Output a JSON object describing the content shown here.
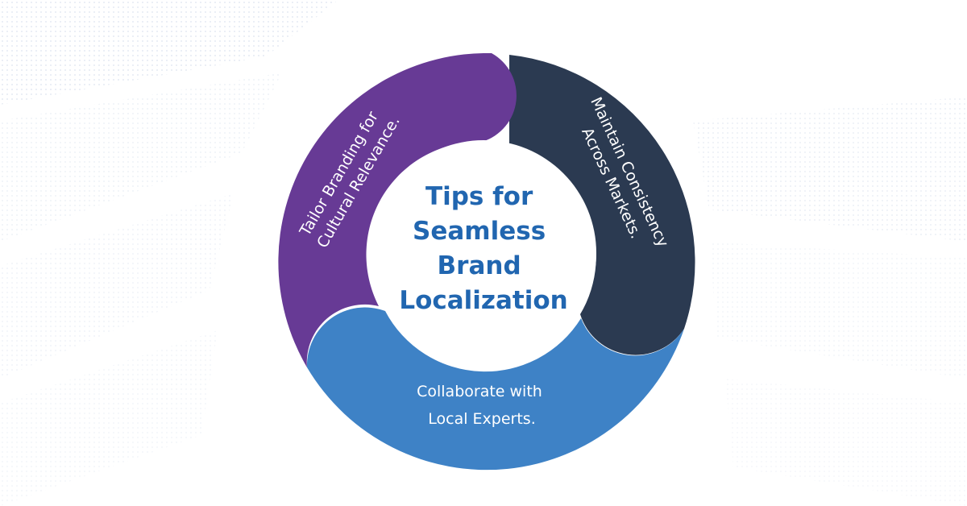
{
  "diagram": {
    "center_title_lines": [
      "Tips for",
      "Seamless",
      "Brand",
      "Localization"
    ],
    "segments": [
      {
        "id": "tailor",
        "lines": [
          "Tailor Branding for",
          "Cultural Relevance."
        ]
      },
      {
        "id": "maintain",
        "lines": [
          "Maintain Consistency",
          "Across Markets."
        ]
      },
      {
        "id": "collaborate",
        "lines": [
          "Collaborate with",
          "Local Experts."
        ]
      }
    ]
  },
  "colors": {
    "purple_segment": "#673a95",
    "navy_segment": "#2b3a51",
    "blue_segment": "#3e82c6",
    "title": "#2166b0",
    "background_pattern": "#c9d5e6"
  }
}
